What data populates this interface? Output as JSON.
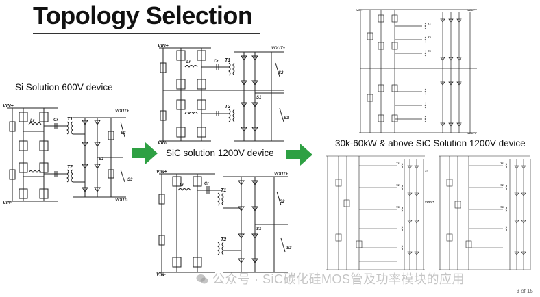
{
  "slide": {
    "title": "Topology Selection",
    "page_number": "3 of 15"
  },
  "labels": {
    "si": "Si Solution 600V device",
    "sic": "SiC solution 1200V device",
    "sic_high": "30k-60kW & above SiC Solution 1200V device"
  },
  "schematic_labels": {
    "vin_plus": "VIN+",
    "vin_minus": "VIN-",
    "vout_plus": "VOUT+",
    "vout_minus": "VOUT-",
    "s1": "S1",
    "s2": "S2",
    "s3": "S3",
    "t1": "T1",
    "t2": "T2",
    "t3": "T3",
    "lr": "Lr",
    "cr": "Cr"
  },
  "watermark": "公众号 · SiC碳化硅MOS管及功率模块的应用",
  "colors": {
    "arrow": "#2ea043",
    "line": "#222222"
  },
  "icons": {
    "arrow": "right-arrow-icon",
    "watermark": "wechat-icon"
  }
}
